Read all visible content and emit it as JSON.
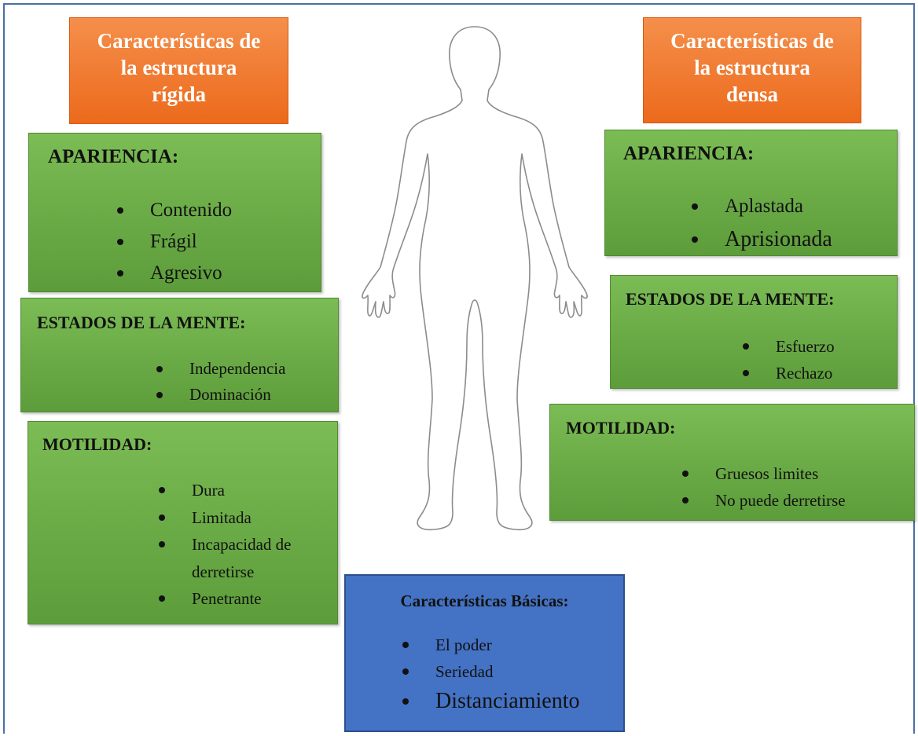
{
  "rigid": {
    "header": [
      "Características de",
      "la estructura",
      "rígida"
    ],
    "apariencia": {
      "title": "APARIENCIA:",
      "items": [
        "Contenido",
        "Frágil",
        "Agresivo"
      ]
    },
    "estados": {
      "title": "ESTADOS DE LA MENTE:",
      "items": [
        "Independencia",
        "Dominación"
      ]
    },
    "motilidad": {
      "title": "MOTILIDAD:",
      "items": [
        "Dura",
        "Limitada",
        "Incapacidad de",
        "derretirse",
        "Penetrante"
      ]
    }
  },
  "dense": {
    "header": [
      "Características de",
      "la estructura",
      "densa"
    ],
    "apariencia": {
      "title": "APARIENCIA:",
      "items": [
        "Aplastada",
        "Aprisionada"
      ]
    },
    "estados": {
      "title": "ESTADOS DE LA MENTE:",
      "items": [
        "Esfuerzo",
        "Rechazo"
      ]
    },
    "motilidad": {
      "title": "MOTILIDAD:",
      "items": [
        "Gruesos limites",
        "No puede derretirse"
      ]
    }
  },
  "basic": {
    "title": "Características Básicas:",
    "items": [
      "El poder",
      "Seriedad",
      "Distanciamiento"
    ]
  },
  "colors": {
    "orange": "#ec6a1c",
    "green": "#6aab44",
    "blue": "#4472c4",
    "frame": "#4a6fa5"
  },
  "figure": {
    "icon": "human-body-outline-icon"
  }
}
